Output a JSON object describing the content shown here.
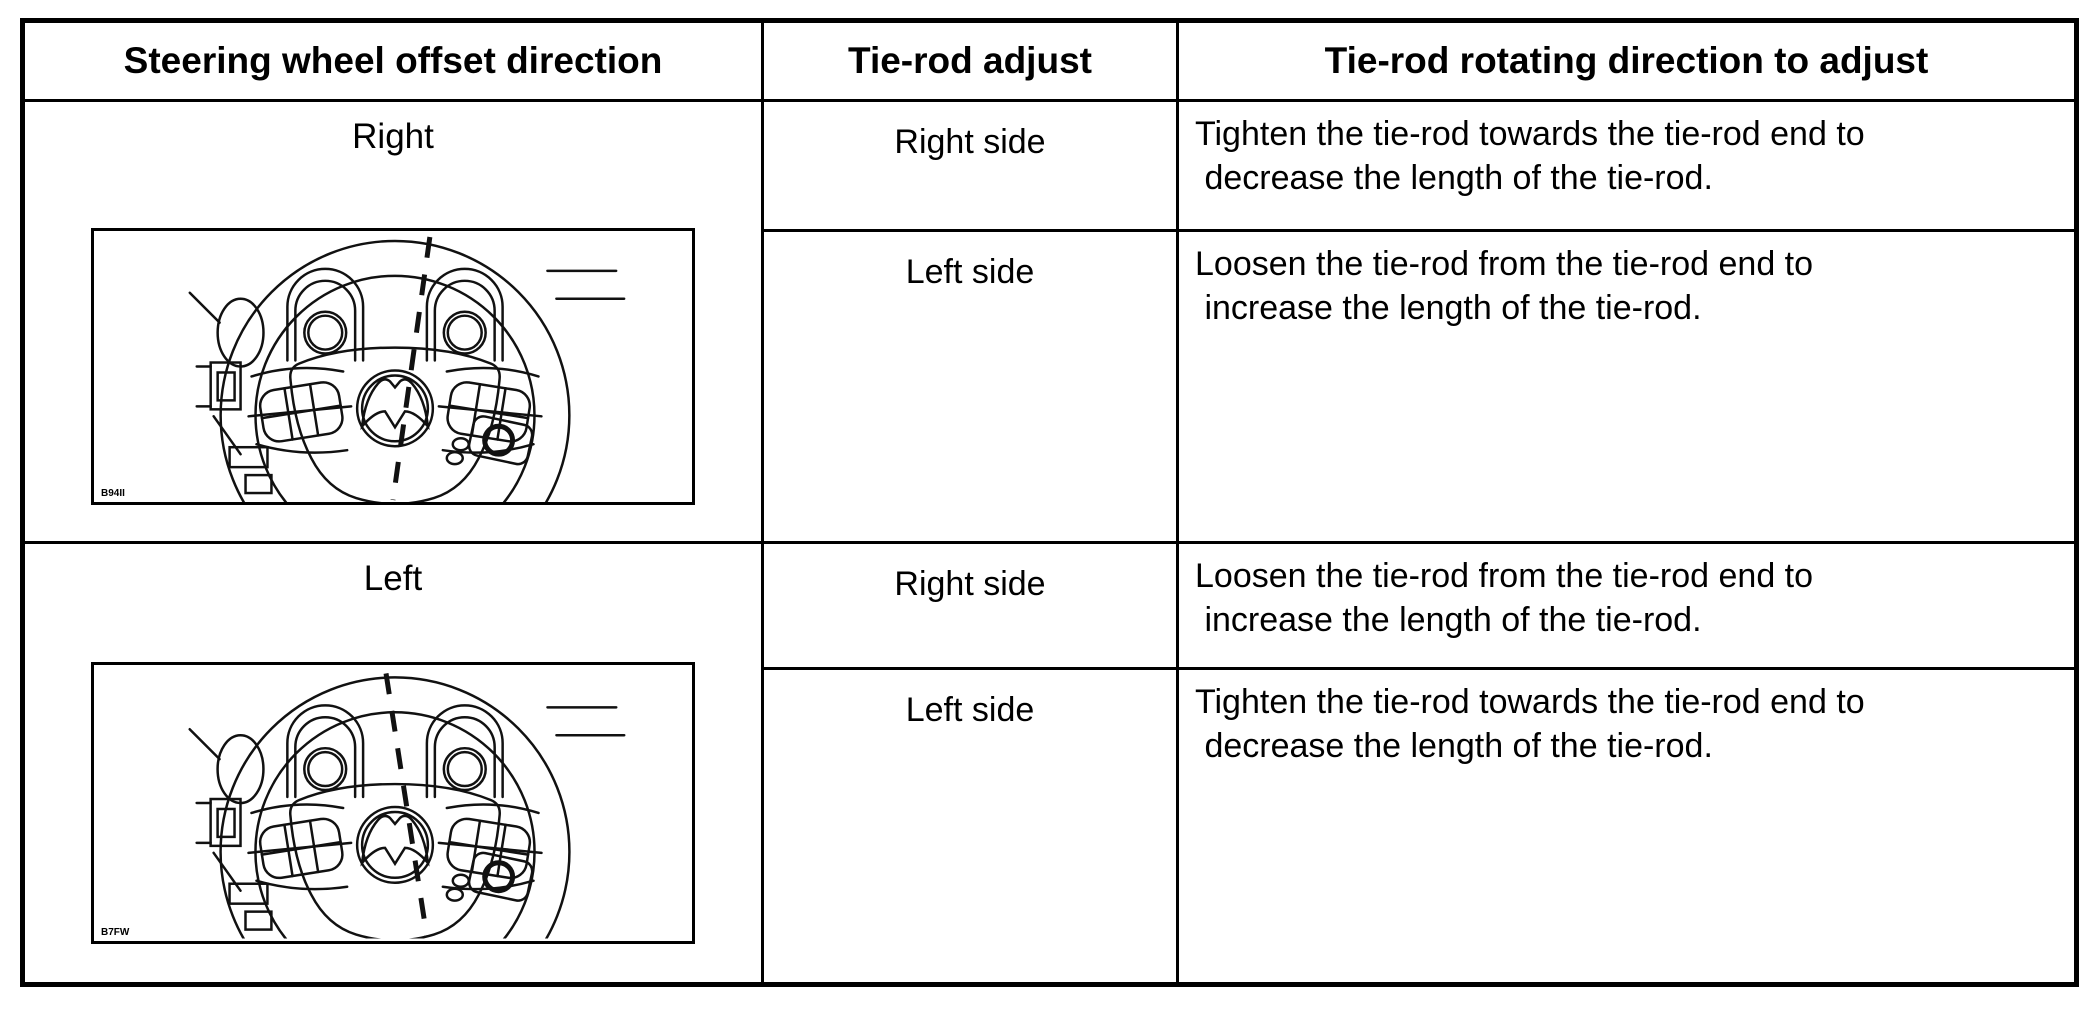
{
  "colors": {
    "background": "#ffffff",
    "border": "#000000",
    "text": "#000000",
    "line_art": "#111111"
  },
  "table": {
    "headers": [
      "Steering wheel offset direction",
      "Tie-rod adjust",
      "Tie-rod rotating direction to adjust"
    ],
    "groups": [
      {
        "offset_label": "Right",
        "figure_code": "B94II",
        "diagram": "mazda-steering-wheel-line-art-centerline-tilted-right",
        "entries": [
          {
            "side": "Right side",
            "instruction": "Tighten the tie-rod towards the tie-rod end to\n decrease the length of the tie-rod."
          },
          {
            "side": "Left side",
            "instruction": "Loosen the tie-rod from the tie-rod end to\n increase the length of the tie-rod."
          }
        ]
      },
      {
        "offset_label": "Left",
        "figure_code": "B7FW",
        "diagram": "mazda-steering-wheel-line-art-centerline-tilted-left",
        "entries": [
          {
            "side": "Right side",
            "instruction": "Loosen the tie-rod from the tie-rod end to\n increase the length of the tie-rod."
          },
          {
            "side": "Left side",
            "instruction": "Tighten the tie-rod towards the tie-rod end to\n decrease the length of the tie-rod."
          }
        ]
      }
    ]
  }
}
